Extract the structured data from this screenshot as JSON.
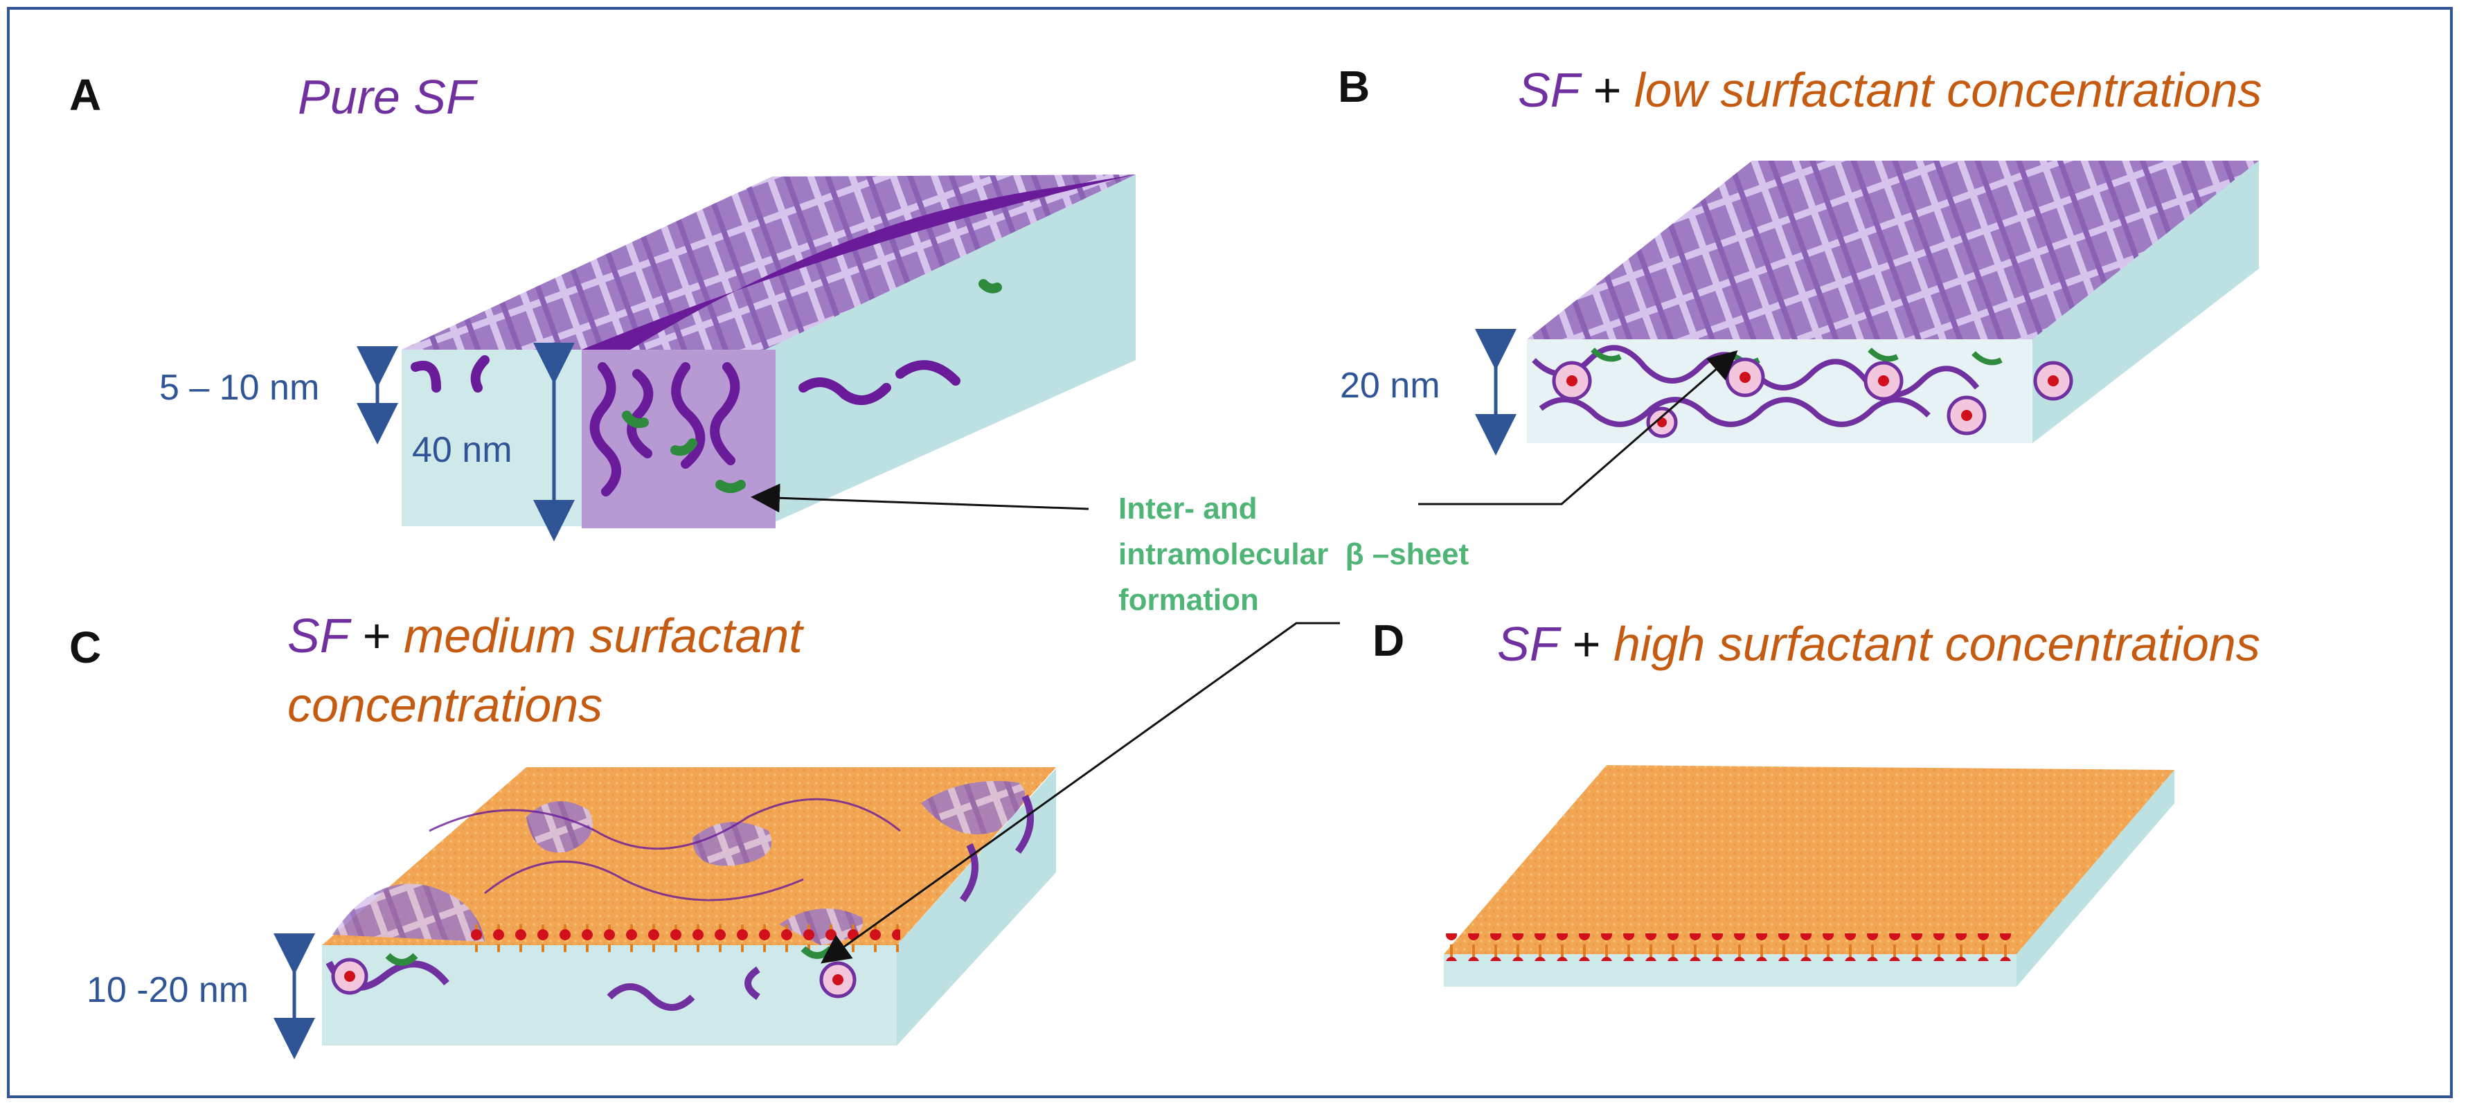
{
  "panels": {
    "a": {
      "letter": "A",
      "sf": "Pure SF"
    },
    "b": {
      "letter": "B",
      "sf": "SF",
      "plus": " + ",
      "surfactant": "low surfactant concentrations"
    },
    "c": {
      "letter": "C",
      "sf": "SF",
      "plus": " + ",
      "surfactant_line1": "medium surfactant",
      "surfactant_line2": "concentrations"
    },
    "d": {
      "letter": "D",
      "sf": "SF",
      "plus": " + ",
      "surfactant": "high surfactant concentrations"
    }
  },
  "dimensions": {
    "a_thin": "5 – 10 nm",
    "a_thick": "40 nm",
    "b": "20 nm",
    "c": "10 -20 nm"
  },
  "annotation": {
    "line1": "Inter- and",
    "line2": "intramolecular  β –sheet",
    "line3": "formation"
  },
  "colors": {
    "sf": "#7030a0",
    "surfactant": "#c55a11",
    "dimension": "#2f5597",
    "annotation": "#4fb577",
    "film_side": "#cfe8ea",
    "surfactant_top": "#f2a654"
  }
}
